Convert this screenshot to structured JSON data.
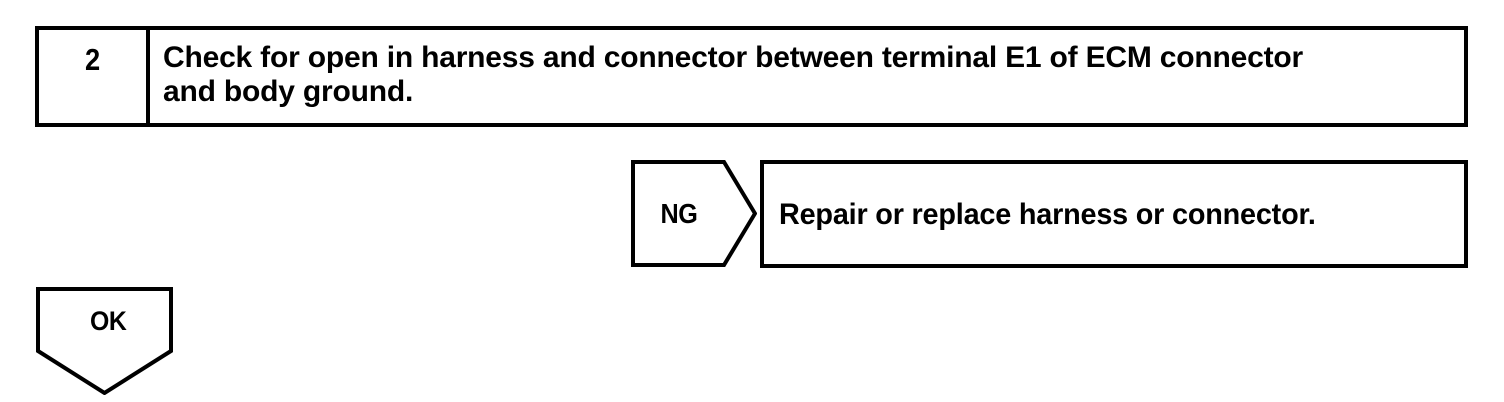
{
  "document": {
    "kind": "troubleshooting-flowchart",
    "colors": {
      "ink": "#000000",
      "paper": "#ffffff"
    }
  },
  "step": {
    "number": "2",
    "instruction": "Check for open in harness and connector between terminal E1 of ECM connector\nand body ground."
  },
  "branches": {
    "ng": {
      "label": "NG",
      "result": "Repair or replace harness or connector."
    },
    "ok": {
      "label": "OK"
    }
  }
}
